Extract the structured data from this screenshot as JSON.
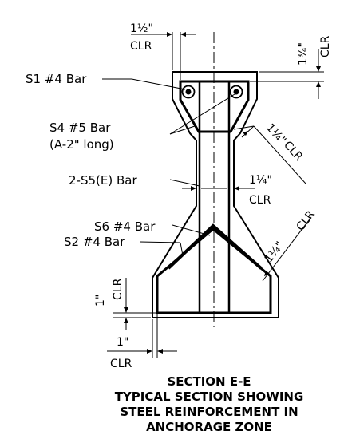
{
  "labels": {
    "s1": "S1 #4 Bar",
    "s4_line1": "S4 #5 Bar",
    "s4_line2": "(A-2\" long)",
    "s5": "2-S5(E) Bar",
    "s6": "S6 #4 Bar",
    "s2": "S2 #4 Bar"
  },
  "dimensions": {
    "top_left": {
      "value": "1½\"",
      "note": "CLR"
    },
    "top_right": {
      "value": "1¾\"",
      "note": "CLR"
    },
    "diag_upper": {
      "value": "1¼\"",
      "note": "CLR"
    },
    "web": {
      "value": "1¼\"",
      "note": "CLR"
    },
    "diag_lower": {
      "value": "1¼\"",
      "note": "CLR"
    },
    "bottom_vertical": {
      "value": "1\"",
      "note": "CLR"
    },
    "bottom_horizontal": {
      "value": "1\"",
      "note": "CLR"
    }
  },
  "title": {
    "line1": "SECTION E-E",
    "line2": "TYPICAL SECTION SHOWING",
    "line3": "STEEL REINFORCEMENT IN",
    "line4": "ANCHORAGE ZONE"
  }
}
